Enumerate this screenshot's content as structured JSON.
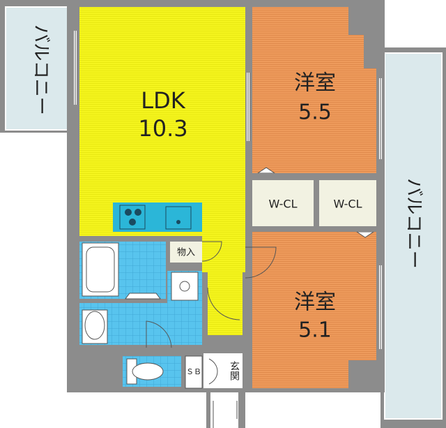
{
  "rooms": {
    "ldk": {
      "name": "LDK",
      "size": "10.3"
    },
    "western_room_1": {
      "name": "洋室",
      "size": "5.5"
    },
    "western_room_2": {
      "name": "洋室",
      "size": "5.1"
    },
    "wcl_1": {
      "name": "W-CL"
    },
    "wcl_2": {
      "name": "W-CL"
    },
    "storage": {
      "name": "物入"
    },
    "shoe_box": {
      "name": "ＳＢ"
    },
    "entrance": {
      "name": "玄関"
    },
    "balcony_left": {
      "name": "バルコニー"
    },
    "balcony_right": {
      "name": "バルコニー"
    }
  },
  "colors": {
    "wall": "#8c8c8c",
    "ldk_floor": "#f5f51e",
    "western_floor": "#ee9b5c",
    "wet_area_tile": "#58c4ee",
    "closet": "#f2f2e2",
    "balcony": "#dbe9ec",
    "kitchen_counter": "#2bb6d8"
  }
}
